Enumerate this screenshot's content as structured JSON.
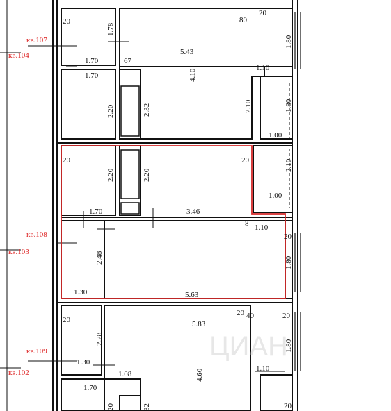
{
  "apartment_labels": {
    "kv107": "кв.107",
    "kv104": "кв.104",
    "kv108": "кв.108",
    "kv103": "кв.103",
    "kv109": "кв.109",
    "kv102": "кв.102"
  },
  "dimensions": {
    "d_20_tl": "20",
    "d_1_78": "1.78",
    "d_80": "80",
    "d_20_tr": "20",
    "d_1_80_a": "1.80",
    "d_5_43": "5.43",
    "d_1_70_a": "1.70",
    "d_67": "67",
    "d_1_70_b": "1.70",
    "d_4_10": "4.10",
    "d_1_10_a": "1.10",
    "d_2_20_a": "2.20",
    "d_2_32": "2.32",
    "d_2_10_a": "2.10",
    "d_1_80_b": "1.80",
    "d_1_00_a": "1.00",
    "d_20_sel_l": "20",
    "d_20_sel_r": "20",
    "d_2_20_b": "2.20",
    "d_2_20_c": "2.20",
    "d_2_10_b": "2.10",
    "d_1_00_b": "1.00",
    "d_1_70_c": "1.70",
    "d_3_46": "3.46",
    "d_8": "8",
    "d_1_10_b": "1.10",
    "d_20_sel_r2": "20",
    "d_2_48": "2.48",
    "d_1_80_c": "1.80",
    "d_1_30_a": "1.30",
    "d_5_63": "5.63",
    "d_20_bot_l": "20",
    "d_20_bot_m": "20",
    "d_40": "40",
    "d_20_bot_r": "20",
    "d_5_83": "5.83",
    "d_2_28": "2.28",
    "d_1_80_d": "1.80",
    "d_1_30_b": "1.30",
    "d_1_08": "1.08",
    "d_4_60": "4.60",
    "d_1_10_c": "1.10",
    "d_1_70_d": "1.70",
    "d_20_bot2": "20",
    "d_82": "82",
    "d_20_bot3": "20"
  },
  "watermark": "ЦИАН",
  "colors": {
    "wall": "#111111",
    "highlight": "#d62a2a",
    "apartment_label": "#d62a2a"
  }
}
